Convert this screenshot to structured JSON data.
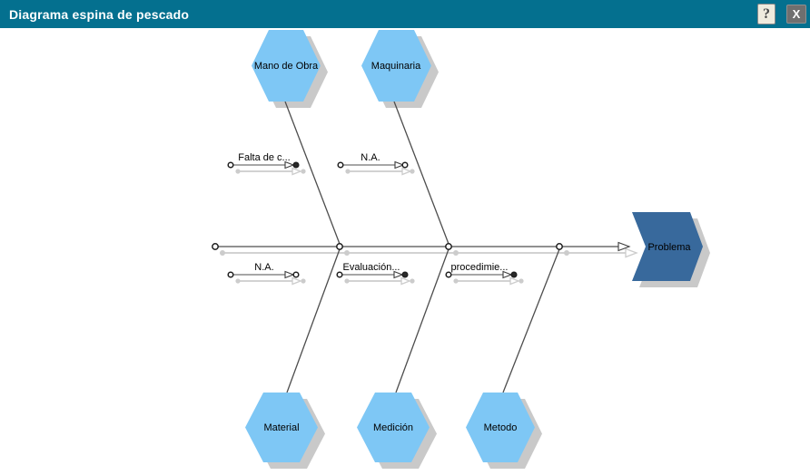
{
  "window": {
    "title": "Diagrama espina de pescado",
    "help_button": "?",
    "close_button": "X",
    "title_bar_color": "#04708F"
  },
  "diagram": {
    "type": "fishbone",
    "problem": {
      "label": "Problema"
    },
    "top_categories": [
      {
        "label": "Mano de Obra"
      },
      {
        "label": "Maquinaria"
      }
    ],
    "bottom_categories": [
      {
        "label": "Material"
      },
      {
        "label": "Medición"
      },
      {
        "label": "Metodo"
      }
    ],
    "top_causes": [
      "Falta de c...",
      "N.A."
    ],
    "bottom_causes": [
      "N.A.",
      "Evaluación...",
      "procedimie..."
    ],
    "colors": {
      "category_fill": "#7EC7F5",
      "problem_fill": "#38699C",
      "line": "#4d4d4d",
      "shadow": "#c9c9c9"
    }
  }
}
